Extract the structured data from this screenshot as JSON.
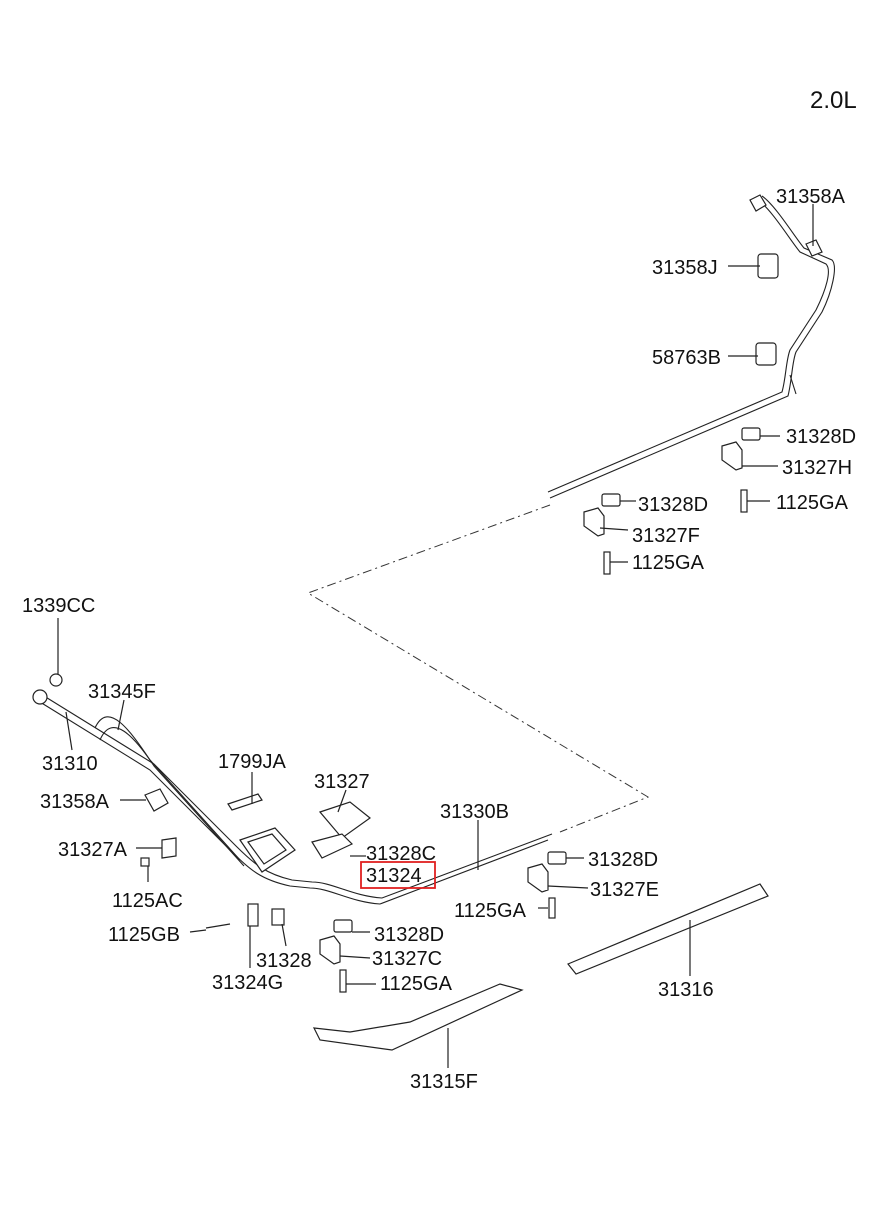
{
  "engine_label": "2.0L",
  "highlight_color": "#e02020",
  "labels": {
    "l_31358A_top": "31358A",
    "l_31358J": "31358J",
    "l_58763B": "58763B",
    "l_31328D_a": "31328D",
    "l_31327H": "31327H",
    "l_1125GA_a": "1125GA",
    "l_31328D_b": "31328D",
    "l_31327F": "31327F",
    "l_1125GA_b": "1125GA",
    "l_1339CC": "1339CC",
    "l_31345F": "31345F",
    "l_31310": "31310",
    "l_1799JA": "1799JA",
    "l_31327": "31327",
    "l_31358A_left": "31358A",
    "l_31330B": "31330B",
    "l_31327A": "31327A",
    "l_31328C": "31328C",
    "l_31324": "31324",
    "l_31328D_c": "31328D",
    "l_1125AC": "1125AC",
    "l_31327E": "31327E",
    "l_1125GA_c": "1125GA",
    "l_1125GB": "1125GB",
    "l_31328D_d": "31328D",
    "l_31328": "31328",
    "l_31327C": "31327C",
    "l_31324G": "31324G",
    "l_1125GA_d": "1125GA",
    "l_31316": "31316",
    "l_31315F": "31315F"
  }
}
